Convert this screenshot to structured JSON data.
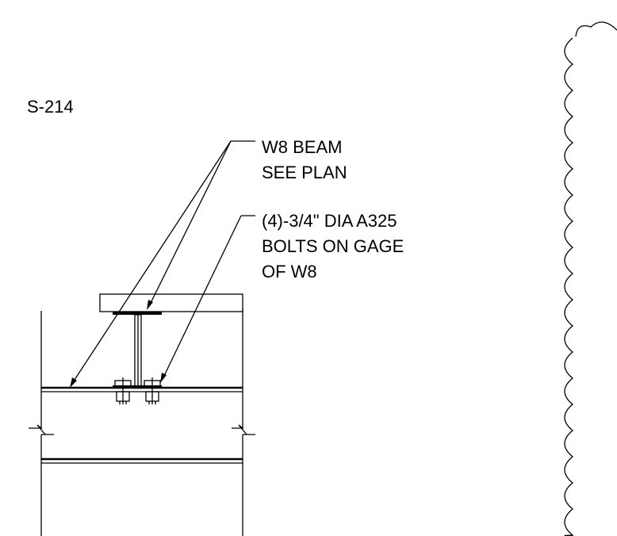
{
  "sheet_ref": "S-214",
  "callouts": [
    {
      "lines": [
        "W8 BEAM",
        "SEE PLAN"
      ]
    },
    {
      "lines": [
        "(4)-3/4\" DIA A325",
        "BOLTS ON GAGE",
        "OF W8"
      ]
    }
  ]
}
